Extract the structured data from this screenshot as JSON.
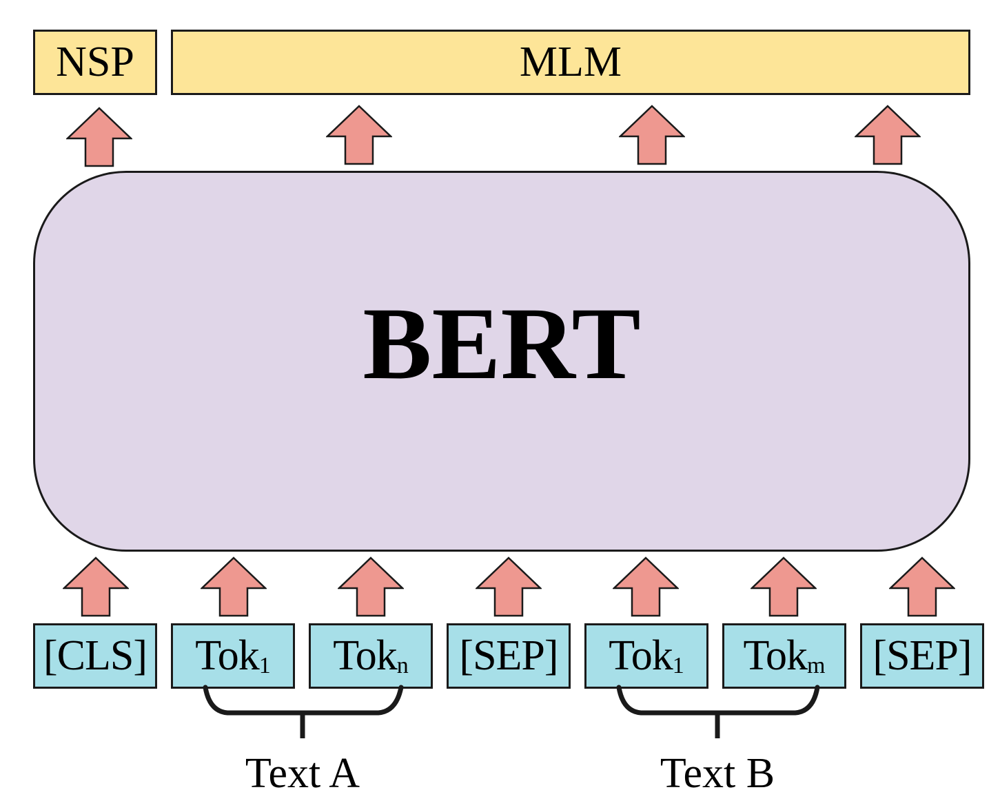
{
  "heads": {
    "nsp": "NSP",
    "mlm": "MLM"
  },
  "model": {
    "title": "BERT"
  },
  "tokens": [
    {
      "text": "[CLS]",
      "sub": ""
    },
    {
      "text": "Tok",
      "sub": "1"
    },
    {
      "text": "Tok",
      "sub": "n"
    },
    {
      "text": "[SEP]",
      "sub": ""
    },
    {
      "text": "Tok",
      "sub": "1"
    },
    {
      "text": "Tok",
      "sub": "m"
    },
    {
      "text": "[SEP]",
      "sub": ""
    }
  ],
  "segments": {
    "a": "Text A",
    "b": "Text B"
  },
  "colors": {
    "head_fill": "#fde598",
    "model_fill": "#e0d6e8",
    "token_fill": "#a7dfe8",
    "arrow_fill": "#ee9890"
  }
}
